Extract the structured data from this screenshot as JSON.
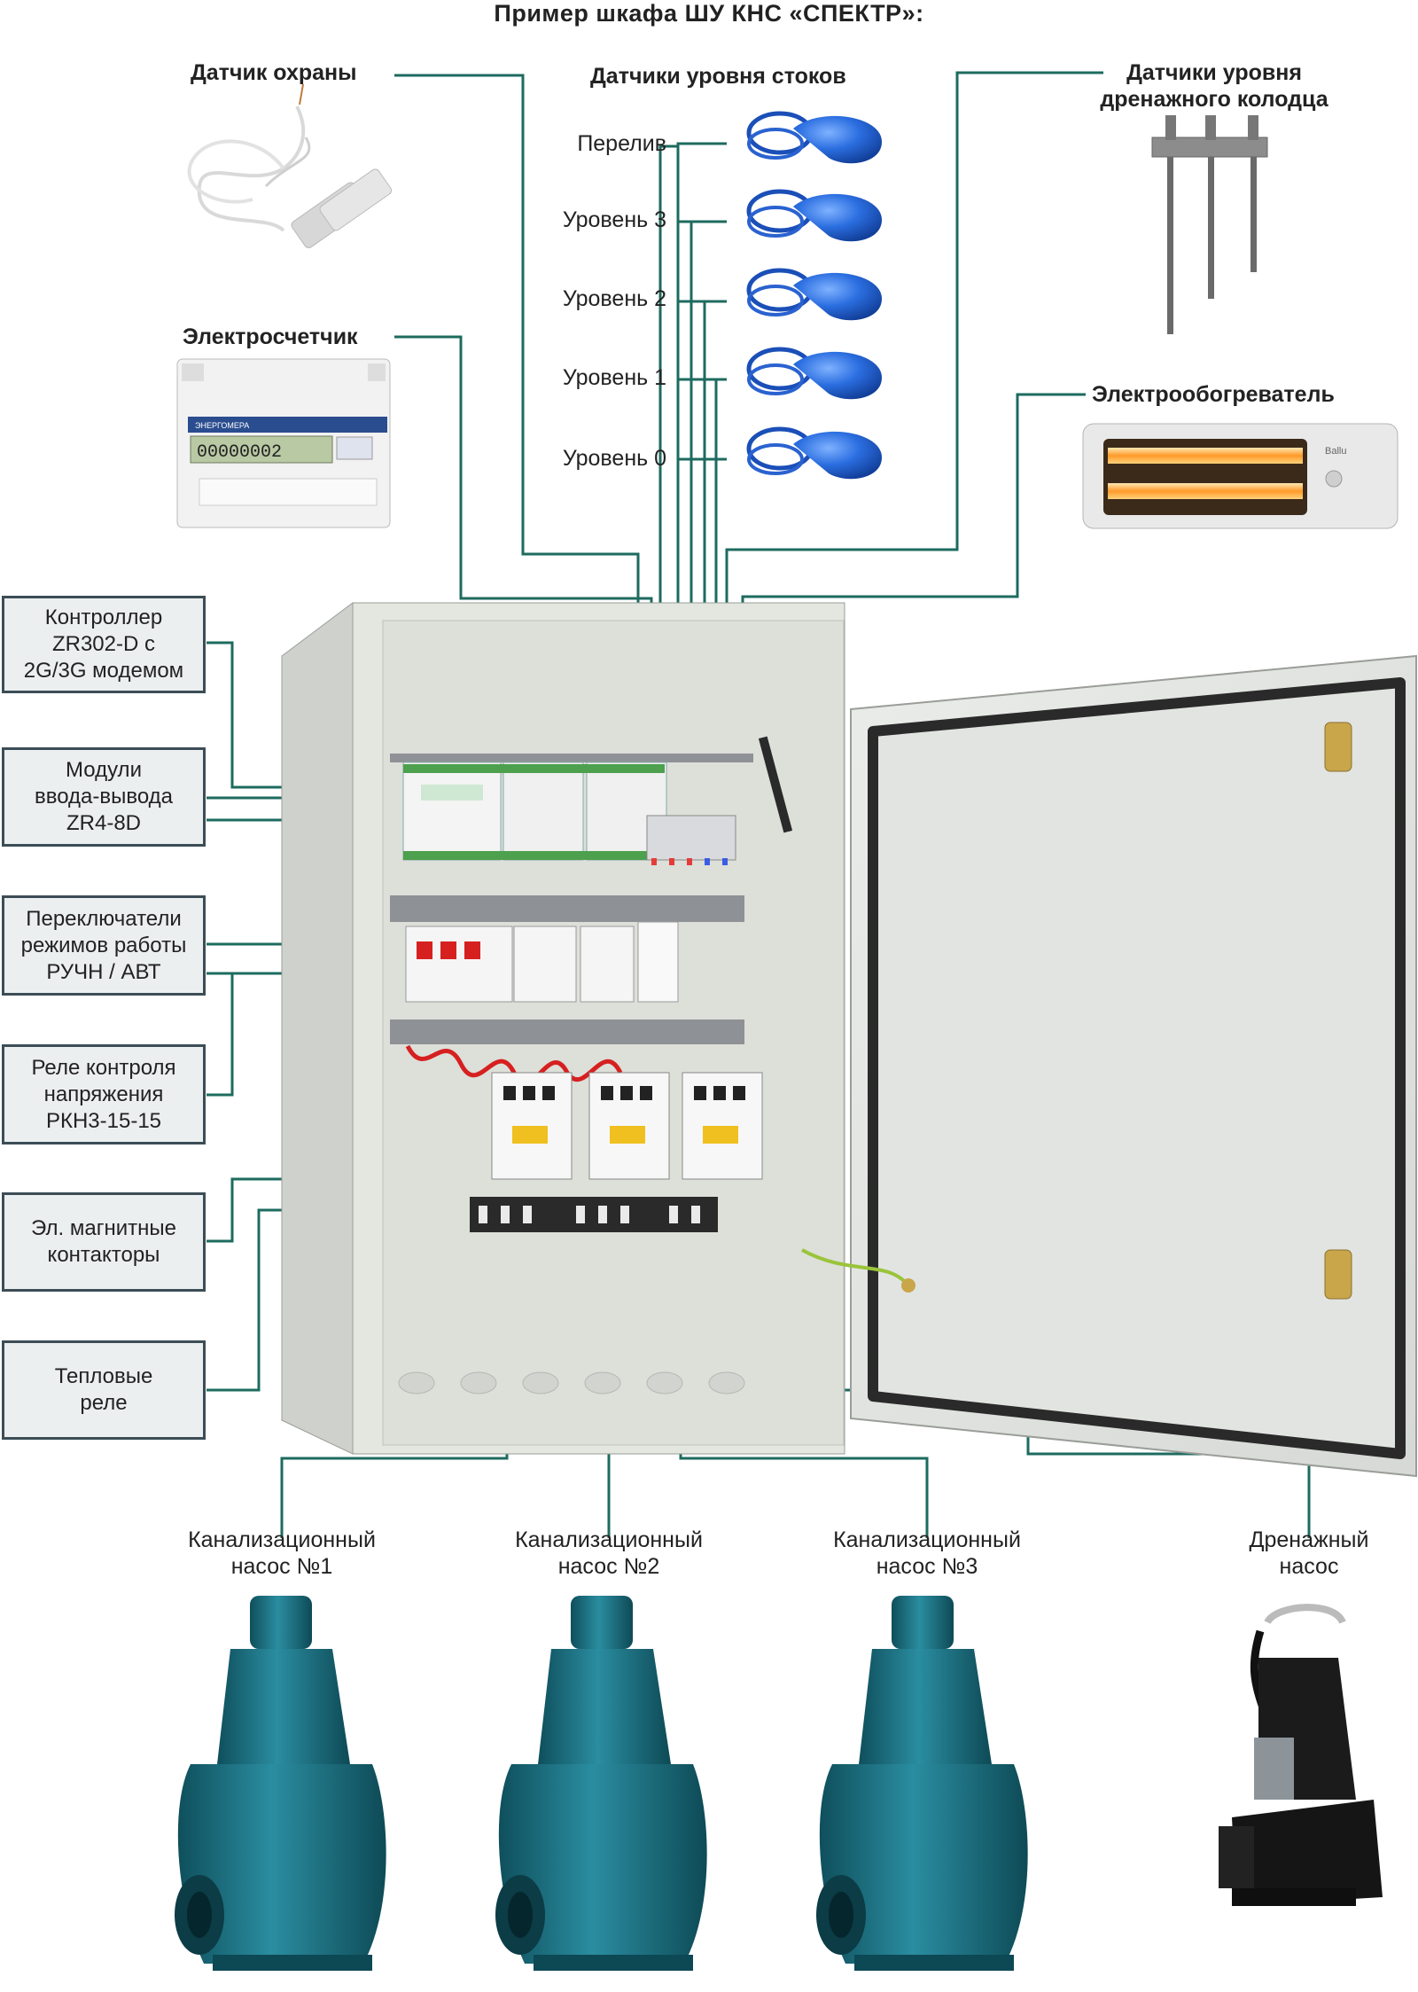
{
  "title": "Пример шкафа ШУ КНС «СПЕКТР»:",
  "top_labels": {
    "security_sensor": "Датчик охраны",
    "sewage_level_sensors": "Датчики уровня стоков",
    "drain_well_sensors_line1": "Датчики уровня",
    "drain_well_sensors_line2": "дренажного колодца",
    "electric_meter": "Электросчетчик",
    "heater": "Электрообогреватель"
  },
  "levels": [
    "Перелив",
    "Уровень 3",
    "Уровень 2",
    "Уровень 1",
    "Уровень 0"
  ],
  "meter_reading": "00000002",
  "meter_brand": "ЭНЕРГОМЕРА",
  "heater_brand": "Ballu",
  "left_callouts": [
    {
      "lines": [
        "Контроллер",
        "ZR302-D с",
        "2G/3G модемом"
      ]
    },
    {
      "lines": [
        "Модули",
        "ввода-вывода",
        "ZR4-8D"
      ]
    },
    {
      "lines": [
        "Переключатели",
        "режимов работы",
        "РУЧН / АВТ"
      ]
    },
    {
      "lines": [
        "Реле контроля",
        "напряжения",
        "РКН3-15-15"
      ]
    },
    {
      "lines": [
        "Эл. магнитные",
        "контакторы"
      ]
    },
    {
      "lines": [
        "Тепловые",
        "реле"
      ]
    }
  ],
  "pumps": [
    {
      "line1": "Канализационный",
      "line2": "насос №1"
    },
    {
      "line1": "Канализационный",
      "line2": "насос №2"
    },
    {
      "line1": "Канализационный",
      "line2": "насос №3"
    },
    {
      "line1": "Дренажный",
      "line2": "насос"
    }
  ],
  "colors": {
    "leader_line": "#1d6b5f",
    "callout_border": "#3c4d56",
    "callout_fill": "#eceff0",
    "float_blue": "#1f5fd1",
    "pump_teal": "#1c6f7f",
    "cabinet": "#e4e6e0"
  }
}
